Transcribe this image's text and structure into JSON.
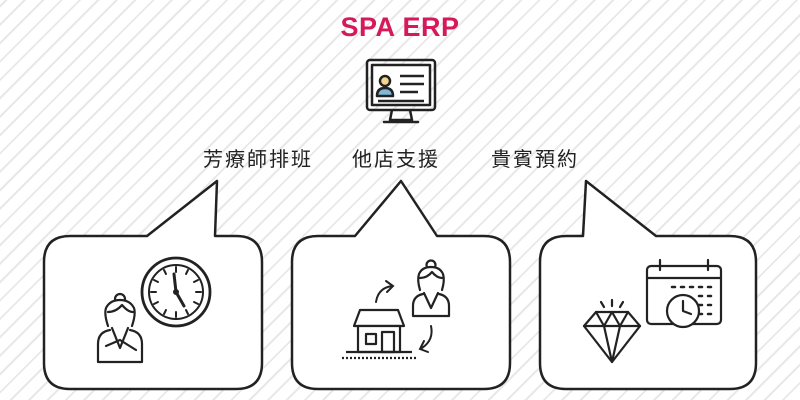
{
  "title": "SPA ERP",
  "accent_color": "#d6195a",
  "labels": [
    "芳療師排班",
    "他店支援",
    "貴賓預約"
  ],
  "icons": {
    "header": "computer-profile-icon",
    "panel1": [
      "therapist-icon",
      "wall-clock-icon"
    ],
    "panel2": [
      "store-icon",
      "therapist-icon",
      "transfer-arrows-icon"
    ],
    "panel3": [
      "diamond-icon",
      "calendar-clock-icon"
    ]
  }
}
